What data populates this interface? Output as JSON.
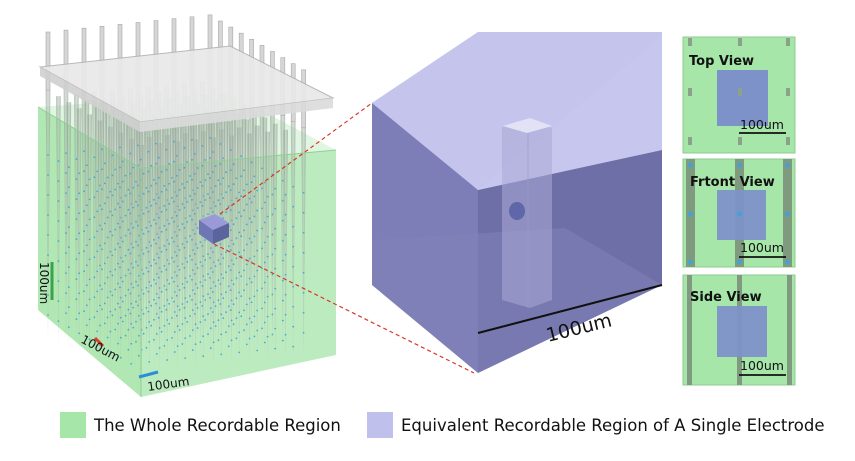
{
  "colors": {
    "green_region": "#9fe3a4",
    "green_fill": "#a6e6a9",
    "purple_region": "#b8b8e8",
    "purple_front": "#7e7eb6",
    "purple_top": "#c3c3ec",
    "purple_right": "#6d6da5",
    "electrode_dot": "#3fa3d9",
    "scale_red": "#e03a2a",
    "scale_blue": "#2b8fd6",
    "connector": "#d9372b"
  },
  "scale_bars": {
    "vertical": "100um",
    "depth": "100um",
    "horizontal": "100um",
    "cube": "100um"
  },
  "views": [
    {
      "title": "Top View",
      "scale": "100um"
    },
    {
      "title": "Frtont View",
      "scale": "100um"
    },
    {
      "title": "Side View",
      "scale": "100um"
    }
  ],
  "legend": [
    {
      "label": "The Whole Recordable Region",
      "color": "#a6e6a9"
    },
    {
      "label": "Equivalent Recordable Region of A Single Electrode",
      "color": "#c0c0ec"
    }
  ]
}
